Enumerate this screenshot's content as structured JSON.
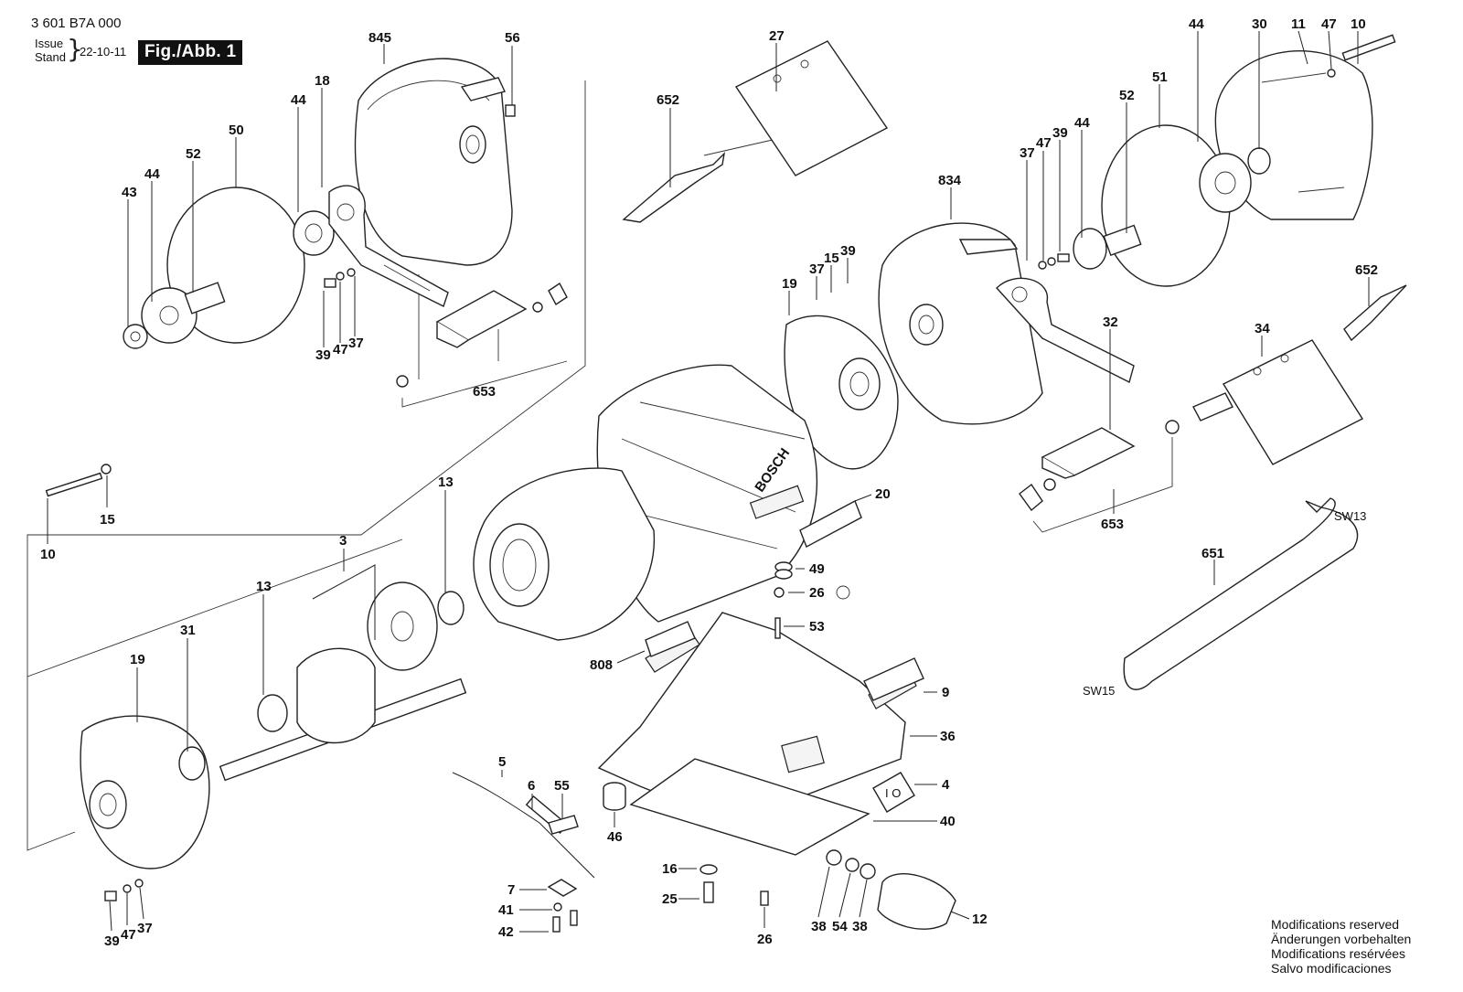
{
  "header": {
    "doc_number": "3 601 B7A 000",
    "issue_label": "Issue",
    "stand_label": "Stand",
    "brace": "}",
    "issue_date": "22-10-11",
    "figure_label": "Fig./Abb. 1"
  },
  "callouts": [
    {
      "id": "c845",
      "label": "845"
    },
    {
      "id": "c56",
      "label": "56"
    },
    {
      "id": "c18",
      "label": "18"
    },
    {
      "id": "c44a",
      "label": "44"
    },
    {
      "id": "c50",
      "label": "50"
    },
    {
      "id": "c52a",
      "label": "52"
    },
    {
      "id": "c44b",
      "label": "44"
    },
    {
      "id": "c43",
      "label": "43"
    },
    {
      "id": "c39a",
      "label": "39"
    },
    {
      "id": "c47a",
      "label": "47"
    },
    {
      "id": "c37a",
      "label": "37"
    },
    {
      "id": "c653a",
      "label": "653"
    },
    {
      "id": "c652a",
      "label": "652"
    },
    {
      "id": "c27",
      "label": "27"
    },
    {
      "id": "c44c",
      "label": "44"
    },
    {
      "id": "c30",
      "label": "30"
    },
    {
      "id": "c11",
      "label": "11"
    },
    {
      "id": "c47b",
      "label": "47"
    },
    {
      "id": "c10a",
      "label": "10"
    },
    {
      "id": "c51",
      "label": "51"
    },
    {
      "id": "c52b",
      "label": "52"
    },
    {
      "id": "c37b",
      "label": "37"
    },
    {
      "id": "c47c",
      "label": "47"
    },
    {
      "id": "c39b",
      "label": "39"
    },
    {
      "id": "c44d",
      "label": "44"
    },
    {
      "id": "c834",
      "label": "834"
    },
    {
      "id": "c37c",
      "label": "37"
    },
    {
      "id": "c15a",
      "label": "15"
    },
    {
      "id": "c39c",
      "label": "39"
    },
    {
      "id": "c19a",
      "label": "19"
    },
    {
      "id": "c652b",
      "label": "652"
    },
    {
      "id": "c32",
      "label": "32"
    },
    {
      "id": "c34",
      "label": "34"
    },
    {
      "id": "c20",
      "label": "20"
    },
    {
      "id": "c653b",
      "label": "653"
    },
    {
      "id": "c15b",
      "label": "15"
    },
    {
      "id": "c10b",
      "label": "10"
    },
    {
      "id": "c13a",
      "label": "13"
    },
    {
      "id": "c3",
      "label": "3"
    },
    {
      "id": "c13b",
      "label": "13"
    },
    {
      "id": "c31",
      "label": "31"
    },
    {
      "id": "c19b",
      "label": "19"
    },
    {
      "id": "c49",
      "label": "49"
    },
    {
      "id": "c26a",
      "label": "26"
    },
    {
      "id": "c53",
      "label": "53"
    },
    {
      "id": "c808",
      "label": "808"
    },
    {
      "id": "c9",
      "label": "9"
    },
    {
      "id": "c36",
      "label": "36"
    },
    {
      "id": "c4",
      "label": "4"
    },
    {
      "id": "c40",
      "label": "40"
    },
    {
      "id": "c651",
      "label": "651"
    },
    {
      "id": "c5",
      "label": "5"
    },
    {
      "id": "c6",
      "label": "6"
    },
    {
      "id": "c55",
      "label": "55"
    },
    {
      "id": "c46",
      "label": "46"
    },
    {
      "id": "c16",
      "label": "16"
    },
    {
      "id": "c25",
      "label": "25"
    },
    {
      "id": "c7",
      "label": "7"
    },
    {
      "id": "c41",
      "label": "41"
    },
    {
      "id": "c42",
      "label": "42"
    },
    {
      "id": "c26b",
      "label": "26"
    },
    {
      "id": "c38a",
      "label": "38"
    },
    {
      "id": "c54",
      "label": "54"
    },
    {
      "id": "c38b",
      "label": "38"
    },
    {
      "id": "c12",
      "label": "12"
    },
    {
      "id": "c39d",
      "label": "39"
    },
    {
      "id": "c47d",
      "label": "47"
    },
    {
      "id": "c37d",
      "label": "37"
    }
  ],
  "wrench": {
    "sw_top": "SW13",
    "sw_bottom": "SW15"
  },
  "housing_brand": "BOSCH",
  "switch_marks": "I O",
  "notes": [
    "Modifications reserved",
    "Änderungen vorbehalten",
    "Modifications resérvées",
    "Salvo modificaciones"
  ]
}
